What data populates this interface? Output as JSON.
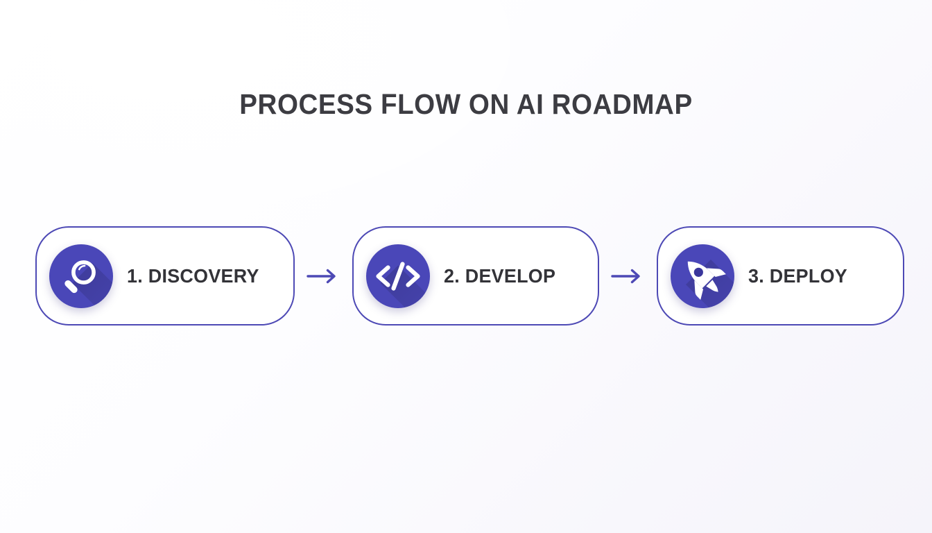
{
  "slide": {
    "title": "PROCESS FLOW ON AI ROADMAP",
    "background_color": "#fbfaff",
    "accent_color": "#4d49b5",
    "icon_circle_color": "#4a47b8",
    "title_color": "#3c3c42",
    "label_color": "#333338"
  },
  "steps": [
    {
      "label": "1. DISCOVERY",
      "icon": "magnifying-glass-icon",
      "number": "1",
      "name": "Discovery"
    },
    {
      "label": "2. DEVELOP",
      "icon": "code-brackets-icon",
      "number": "2",
      "name": "Develop"
    },
    {
      "label": "3. DEPLOY",
      "icon": "rocket-icon",
      "number": "3",
      "name": "Deploy"
    }
  ],
  "connectors": [
    {
      "icon": "arrow-right-icon",
      "from": "1. DISCOVERY",
      "to": "2. DEVELOP"
    },
    {
      "icon": "arrow-right-icon",
      "from": "2. DEVELOP",
      "to": "3. DEPLOY"
    }
  ]
}
